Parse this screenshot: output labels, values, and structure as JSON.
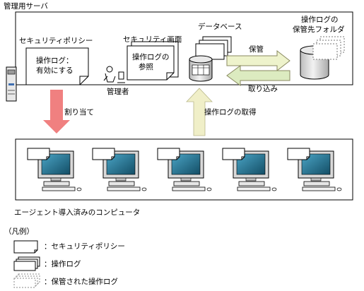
{
  "server": {
    "title": "管理用サーバ",
    "security_policy_label": "セキュリティポリシー",
    "policy_note_lines": [
      "操作ログ：",
      "有効にする"
    ],
    "security_screen_label": "セキュリティ画面",
    "screen_note_lines": [
      "操作ログの",
      "参照"
    ],
    "admin_label": "管理者",
    "database_label": "データベース",
    "storage_label_lines": [
      "操作ログの",
      "保管先フォルダ"
    ]
  },
  "arrows": {
    "store": "保管",
    "import": "取り込み",
    "assign": "割り当て",
    "acquire": "操作ログの取得"
  },
  "agents": {
    "label": "エージェント導入済みのコンピュータ",
    "count": 5
  },
  "legend": {
    "title": "（凡例）",
    "items": [
      {
        "icon": "policy-note-icon",
        "label": "：セキュリティポリシー"
      },
      {
        "icon": "operation-log-icon",
        "label": "：操作ログ"
      },
      {
        "icon": "stored-log-icon",
        "label": "：保管された操作ログ"
      }
    ]
  },
  "colors": {
    "assign_arrow": "#f08080",
    "acquire_arrow": "#f0efc8",
    "store_arrow": "#eef3cc",
    "import_arrow": "#dcebc0",
    "monitor_screen": "#1e6e8c"
  }
}
